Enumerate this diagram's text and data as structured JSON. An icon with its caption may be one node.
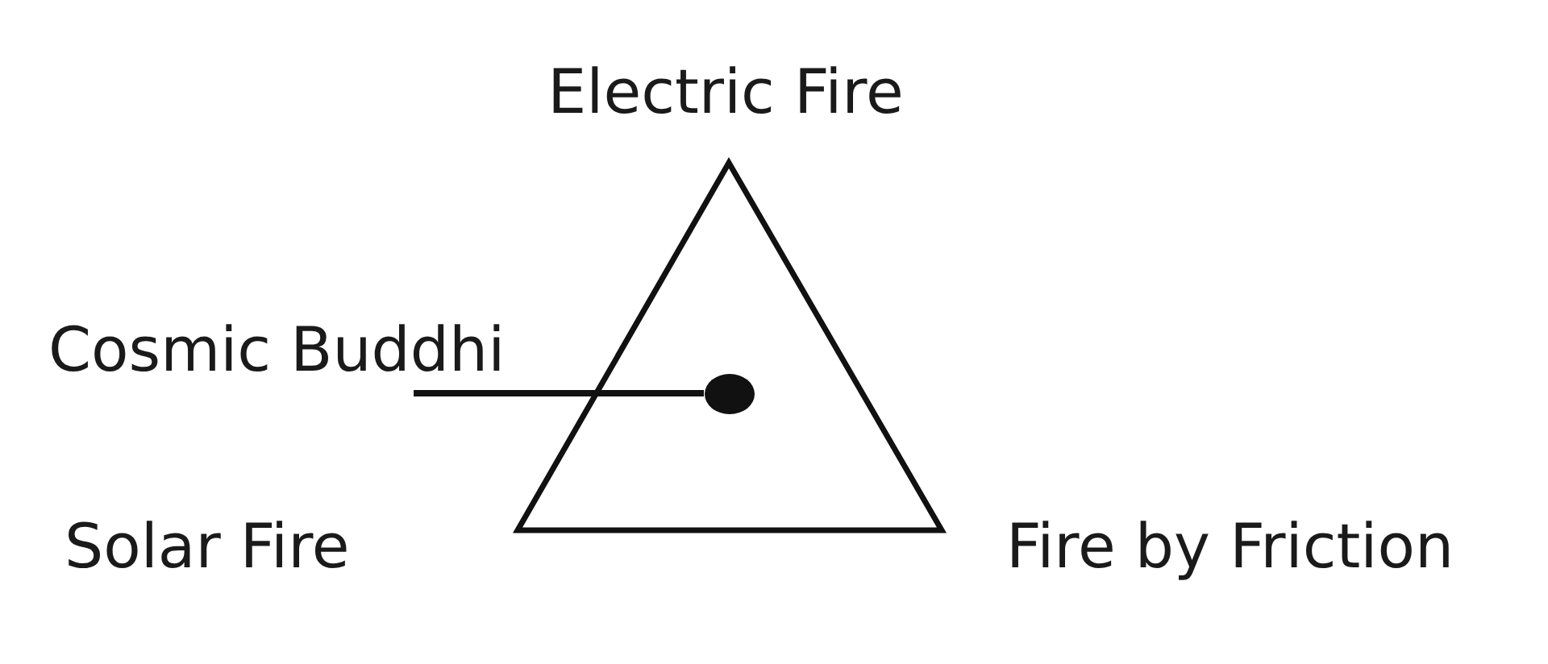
{
  "diagram": {
    "nodes": [
      {
        "text": [
          "Cosmic Buddhi"
        ]
      },
      {
        "text": [],
        "shape": "circle"
      }
    ],
    "edges": [
      {
        "from": 0,
        "to": 1,
        "arrow": "none"
      }
    ],
    "labels": [
      "Electric Fire",
      "Solar Fire",
      "Fire by Friction"
    ]
  }
}
